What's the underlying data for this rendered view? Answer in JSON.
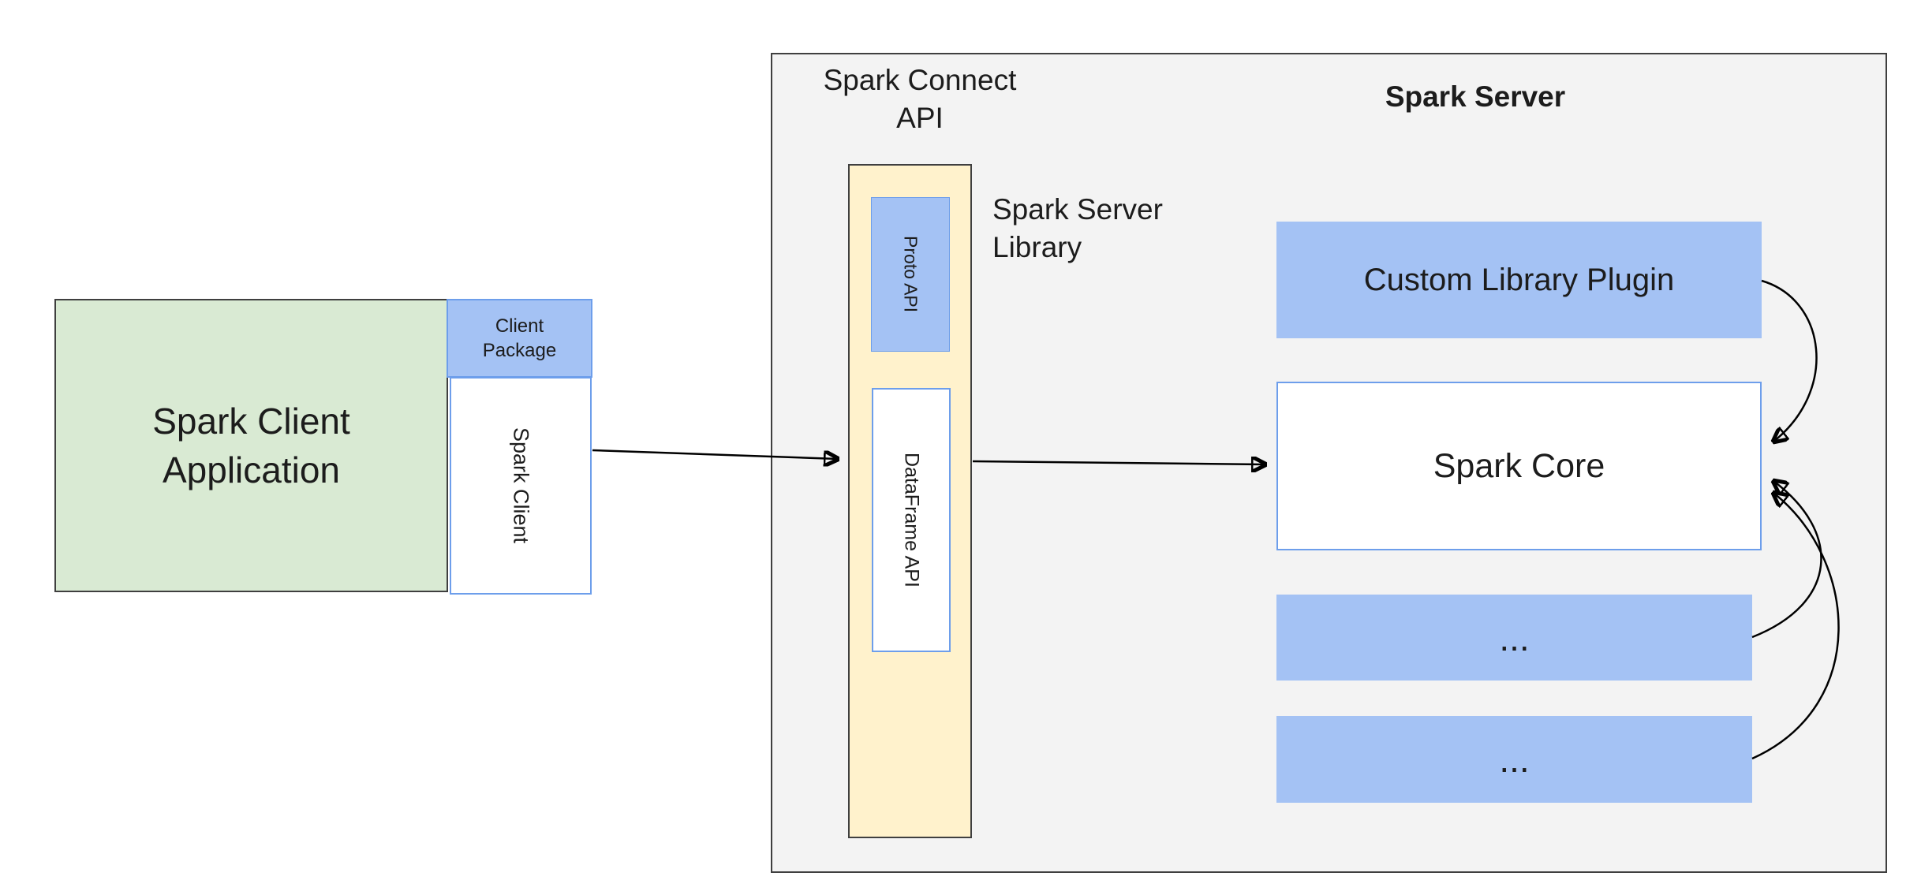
{
  "diagram": {
    "client": {
      "application": "Spark Client\nApplication",
      "package": "Client\nPackage",
      "spark_client": "Spark Client"
    },
    "connect": {
      "api_label": "Spark Connect\nAPI",
      "proto_api": "Proto API",
      "dataframe_api": "DataFrame API",
      "server_library": "Spark Server\nLibrary"
    },
    "server": {
      "title": "Spark Server",
      "plugin": "Custom Library Plugin",
      "core": "Spark Core",
      "more_1": "...",
      "more_2": "..."
    },
    "colors": {
      "green_fill": "#d9ead3",
      "blue_fill": "#a4c2f4",
      "blue_border": "#6d9eeb",
      "cream_fill": "#fff2cc",
      "gray_fill": "#f3f3f3",
      "outline_dark": "#3f3f3f",
      "arrow": "#000000"
    }
  }
}
